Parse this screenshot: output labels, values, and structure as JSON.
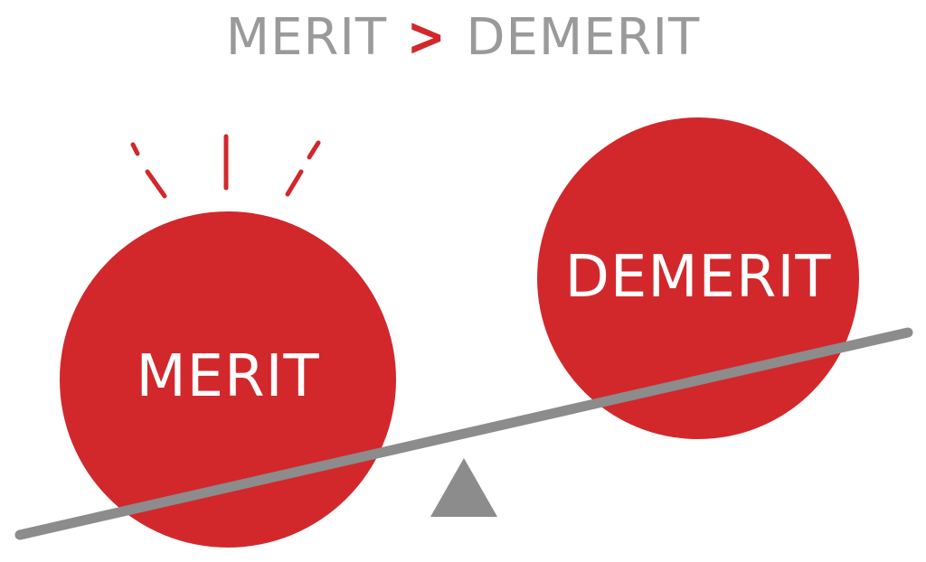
{
  "headline": {
    "left_word": "MERIT",
    "comparator": ">",
    "right_word": "DEMERIT"
  },
  "left_ball": {
    "label": "MERIT"
  },
  "right_ball": {
    "label": "DEMERIT"
  },
  "colors": {
    "ball_red": "#d2282c",
    "beam_gray": "#8c8c8c",
    "fulcrum_gray": "#8c8c8c",
    "headline_gray": "#9a9a9a",
    "emphasis_red": "#d2282c"
  },
  "icons": {
    "emphasis_marks": "burst-lines-icon",
    "fulcrum": "triangle-fulcrum-icon"
  }
}
